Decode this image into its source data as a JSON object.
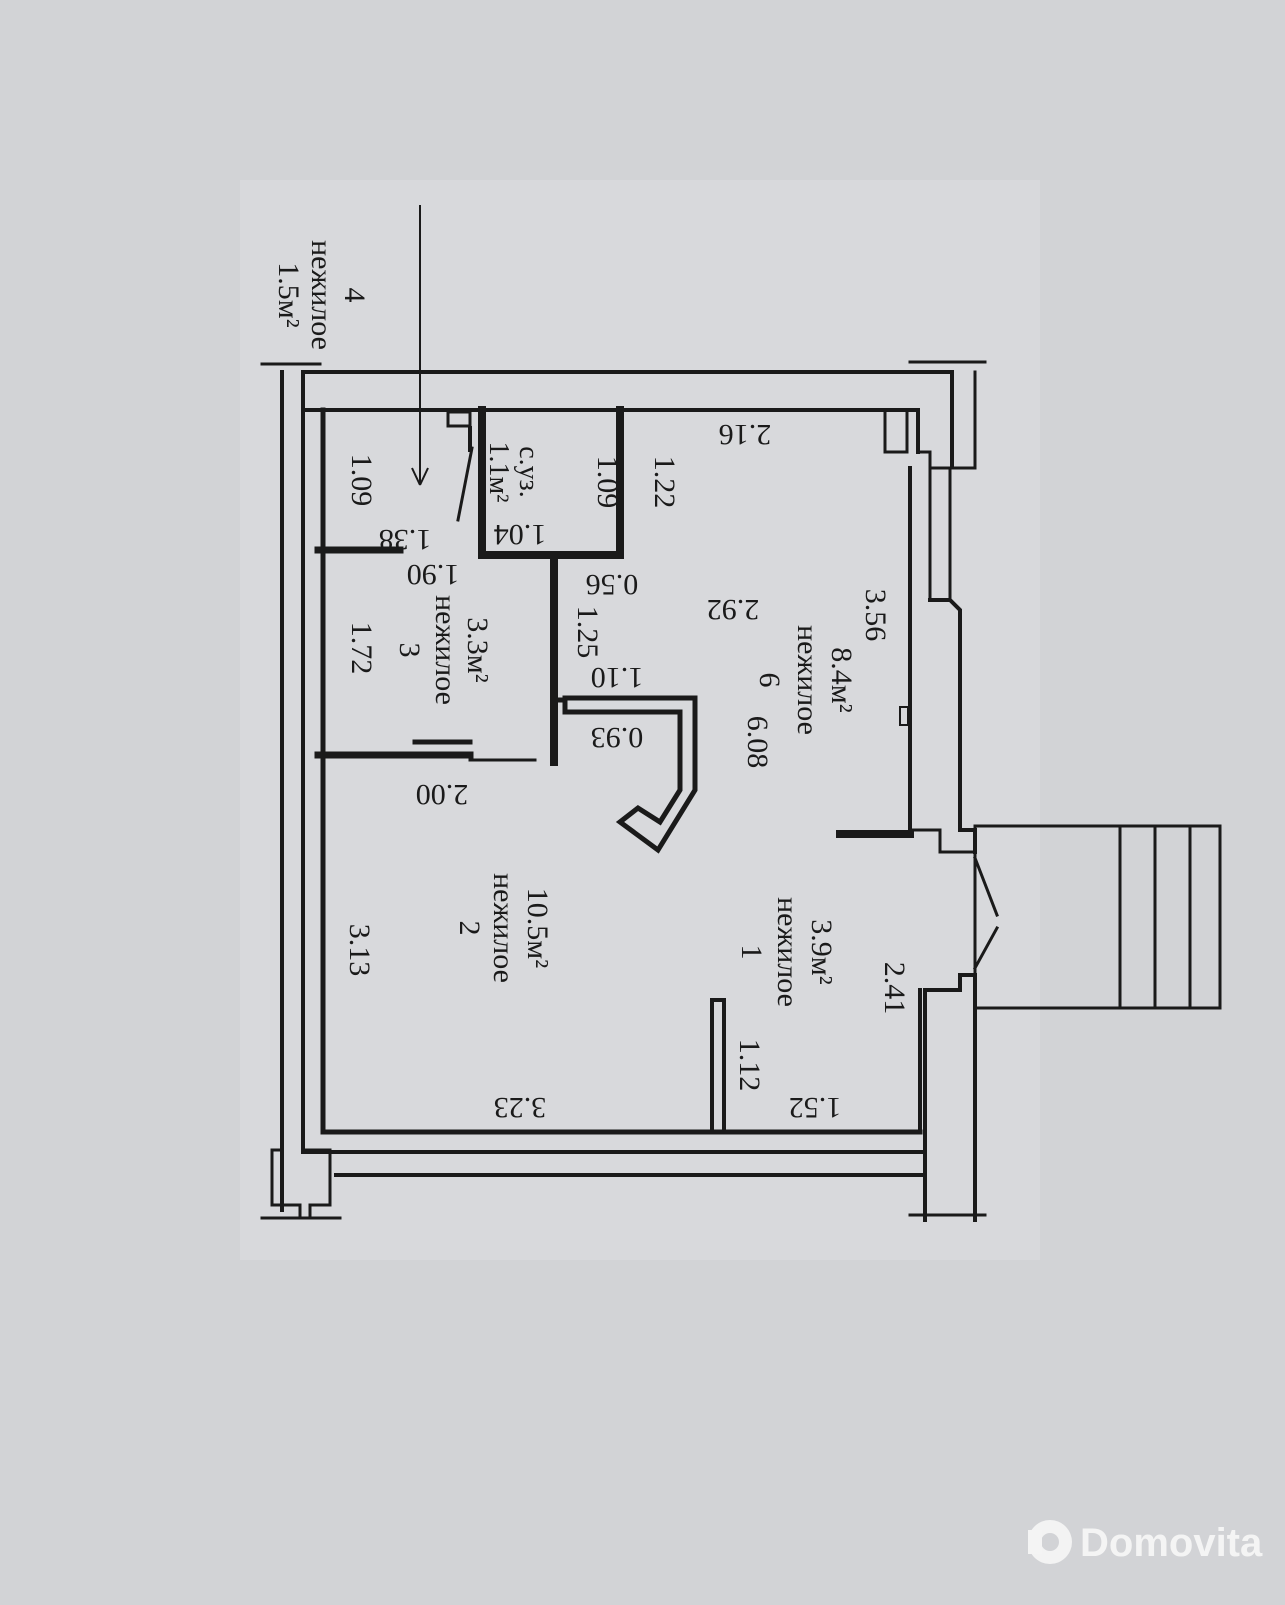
{
  "colors": {
    "background": "#d2d3d6",
    "paper": "#d8d9dc",
    "ink": "#1a1a1a",
    "watermark": "#f4f4f4"
  },
  "rooms": [
    {
      "number": "1",
      "name": "нежилое",
      "area": "3.9м²"
    },
    {
      "number": "2",
      "name": "нежилое",
      "area": "10.5м²"
    },
    {
      "number": "3",
      "name": "нежилое",
      "area": "3.3м²"
    },
    {
      "number": "4",
      "name": "нежилое",
      "area": "1.5м²"
    },
    {
      "number": "6",
      "name": "нежилое",
      "area": "8.4м²"
    },
    {
      "number": "",
      "name": "с.уз.",
      "area": "1.1м²"
    }
  ],
  "dimensions": [
    "1.09",
    "1.38",
    "1.04",
    "1.09",
    "1.22",
    "2.16",
    "1.90",
    "0.56",
    "1.72",
    "1.25",
    "2.92",
    "3.56",
    "1.10",
    "0.93",
    "2.00",
    "6.08",
    "3.13",
    "3.23",
    "1.12",
    "1.52",
    "2.41"
  ],
  "watermark": {
    "text": "Domovita",
    "icon": "domovita-logo-icon"
  }
}
